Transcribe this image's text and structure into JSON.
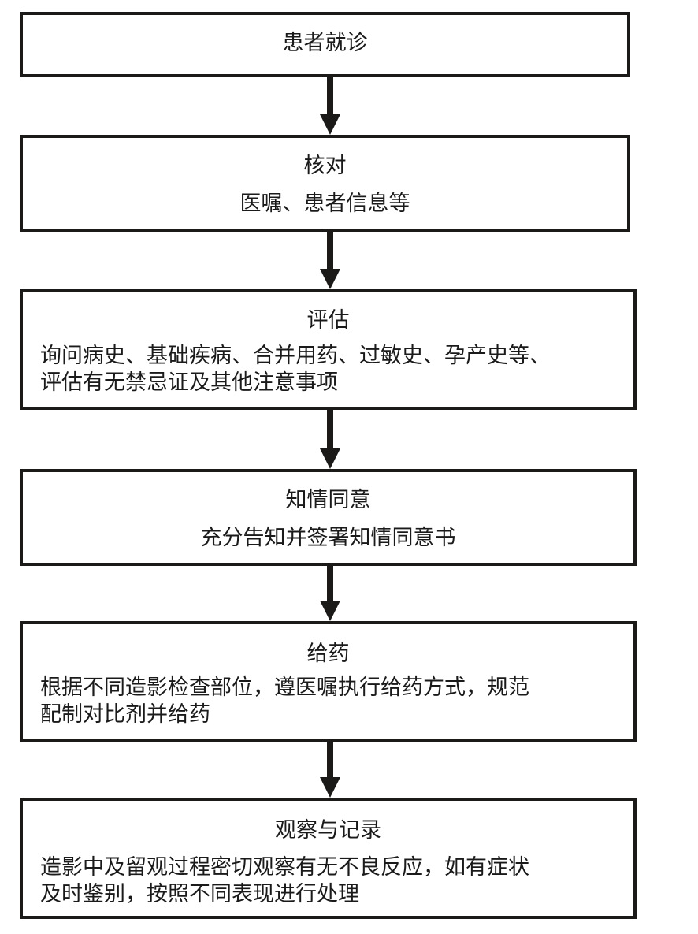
{
  "flowchart": {
    "steps": [
      {
        "title": "患者就诊"
      },
      {
        "title": "核对",
        "detail": "医嘱、患者信息等"
      },
      {
        "title": "评估",
        "detail": "询问病史、基础疾病、合并用药、过敏史、孕产史等、\n评估有无禁忌证及其他注意事项"
      },
      {
        "title": "知情同意",
        "detail": "充分告知并签署知情同意书"
      },
      {
        "title": "给药",
        "detail": "根据不同造影检查部位，遵医嘱执行给药方式，规范\n配制对比剂并给药"
      },
      {
        "title": "观察与记录",
        "detail": "造影中及留观过程密切观察有无不良反应，如有症状\n及时鉴别，按照不同表现进行处理"
      }
    ],
    "colors": {
      "stroke": "#1c1a18",
      "background": "#ffffff",
      "text": "#1a1a1a"
    }
  }
}
